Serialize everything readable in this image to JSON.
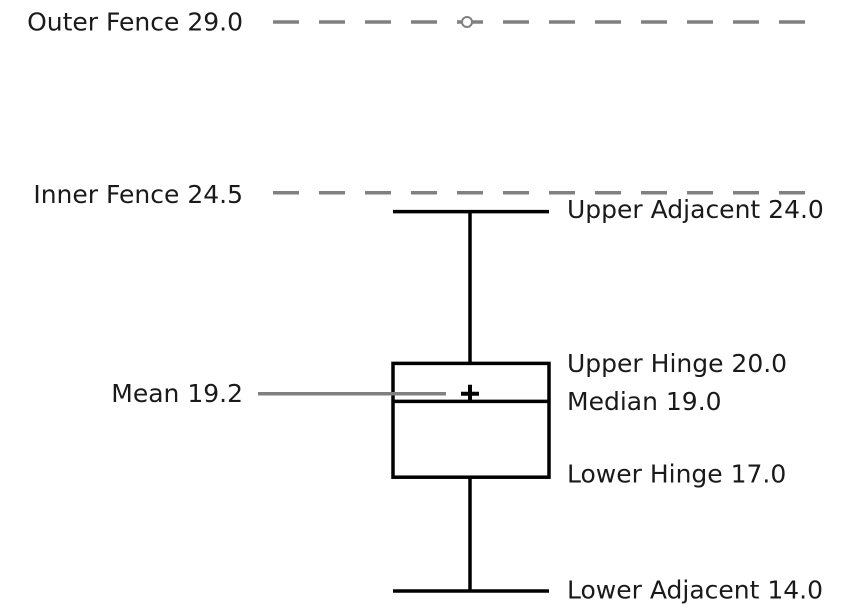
{
  "chart_data": {
    "type": "boxplot",
    "title": "",
    "xlabel": "",
    "ylabel": "",
    "stats": {
      "outer_fence": 29.0,
      "inner_fence": 24.5,
      "upper_adjacent": 24.0,
      "upper_hinge": 20.0,
      "median": 19.0,
      "mean": 19.2,
      "lower_hinge": 17.0,
      "lower_adjacent": 14.0
    },
    "outliers": [
      29.0
    ],
    "annotations": {
      "outer_fence": "Outer Fence 29.0",
      "inner_fence": "Inner Fence 24.5",
      "upper_adjacent": "Upper Adjacent 24.0",
      "upper_hinge": "Upper Hinge 20.0",
      "median": "Median 19.0",
      "mean": "Mean 19.2",
      "lower_hinge": "Lower Hinge 17.0",
      "lower_adjacent": "Lower Adjacent 14.0"
    },
    "colors": {
      "box": "#000000",
      "fence": "#808080",
      "mean_leader": "#808080",
      "text": "#1a1a1a"
    }
  }
}
